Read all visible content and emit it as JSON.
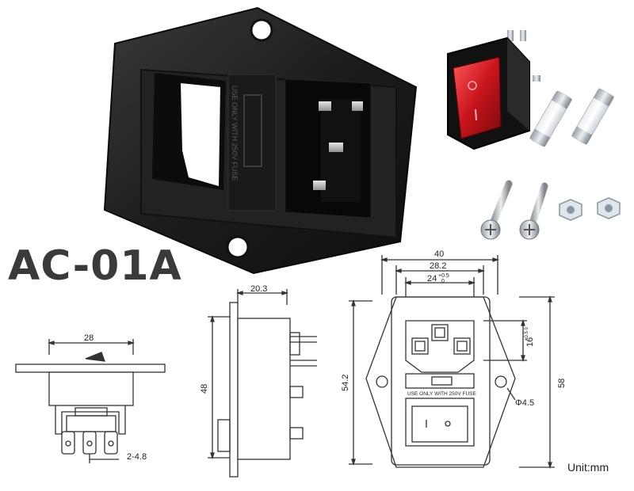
{
  "model": "AC-01A",
  "unit": "Unit:mm",
  "fuse_label_photo": "USE ONLY WITH 250V FUSE",
  "fuse_label_drawing": "USE ONLY WITH 250V FUSE",
  "switch_marks": {
    "on": "I",
    "off": "O"
  },
  "dimensions": {
    "side_switch_width": "28",
    "side_pin_spacing": "2-4.8",
    "side_depth": "20.3",
    "side_height": "48",
    "front_overall_width": "40",
    "front_flange_width": "28.2",
    "front_inlet_width": "24",
    "front_inlet_tol_upper": "+0.5",
    "front_inlet_tol_lower": "0",
    "front_inlet_height": "16",
    "front_inlet_height_tol": "+0.5 0",
    "front_body_height": "54.2",
    "front_overall_height": "58",
    "front_hole_dia": "Φ4.5"
  },
  "colors": {
    "body": "#1e1e1e",
    "switch": "#c0161c",
    "line": "#333333",
    "title": "#3a3a3a"
  }
}
